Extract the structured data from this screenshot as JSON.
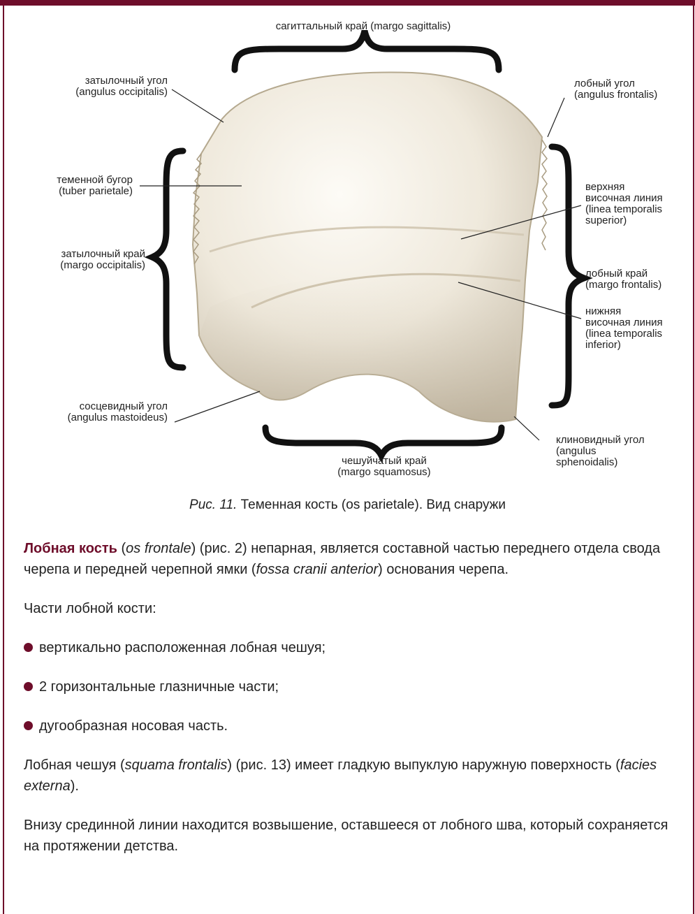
{
  "figure": {
    "labels": {
      "sagittal": [
        "сагиттальный край (margo sagittalis)"
      ],
      "occipital_angle": [
        "затылочный угол",
        "(angulus occipitalis)"
      ],
      "frontal_angle": [
        "лобный угол",
        "(angulus frontalis)"
      ],
      "tuber": [
        "теменной бугор",
        "(tuber parietale)"
      ],
      "sup_temporal": [
        "верхняя",
        "височная линия",
        "(linea temporalis",
        "superior)"
      ],
      "occipital_margin": [
        "затылочный край",
        "(margo occipitalis)"
      ],
      "frontal_margin": [
        "лобный край",
        "(margo frontalis)"
      ],
      "inf_temporal": [
        "нижняя",
        "височная линия",
        "(linea temporalis",
        "inferior)"
      ],
      "mastoid": [
        "сосцевидный угол",
        "(angulus mastoideus)"
      ],
      "sphenoid": [
        "клиновидный угол",
        "(angulus",
        "sphenoidalis)"
      ],
      "squamous": [
        "чешуйчатый край",
        "(margo squamosus)"
      ]
    },
    "caption": {
      "lead": "Рис. 11.",
      "text": " Теменная кость (os parietale). Вид снаружи"
    }
  },
  "body": {
    "p1": {
      "term": "Лобная кость",
      "pre": " (",
      "lat1": "os frontale",
      "mid1": ") (рис. 2) непарная, является составной частью переднего отдела свода черепа и передней черепной ямки (",
      "lat2": "fossa cranii anterior",
      "end": ") основания черепа."
    },
    "p2": "Части лобной кости:",
    "bullets": [
      "вертикально расположенная лобная чешуя;",
      "2 горизонтальные глазничные части;",
      "дугообразная носовая часть."
    ],
    "p3": {
      "pre": "Лобная чешуя (",
      "lat1": "squama frontalis",
      "mid": ") (рис. 13) имеет гладкую выпуклую наружную поверхность (",
      "lat2": "facies externa",
      "end": ")."
    },
    "p4": "Внизу срединной линии находится возвышение, оставшееся от лобного шва, который сохраняется на протяжении детства."
  },
  "colors": {
    "accent": "#6e0d2a",
    "bone_light": "#f7f3ea",
    "bone_shadow": "#c9bfac"
  }
}
